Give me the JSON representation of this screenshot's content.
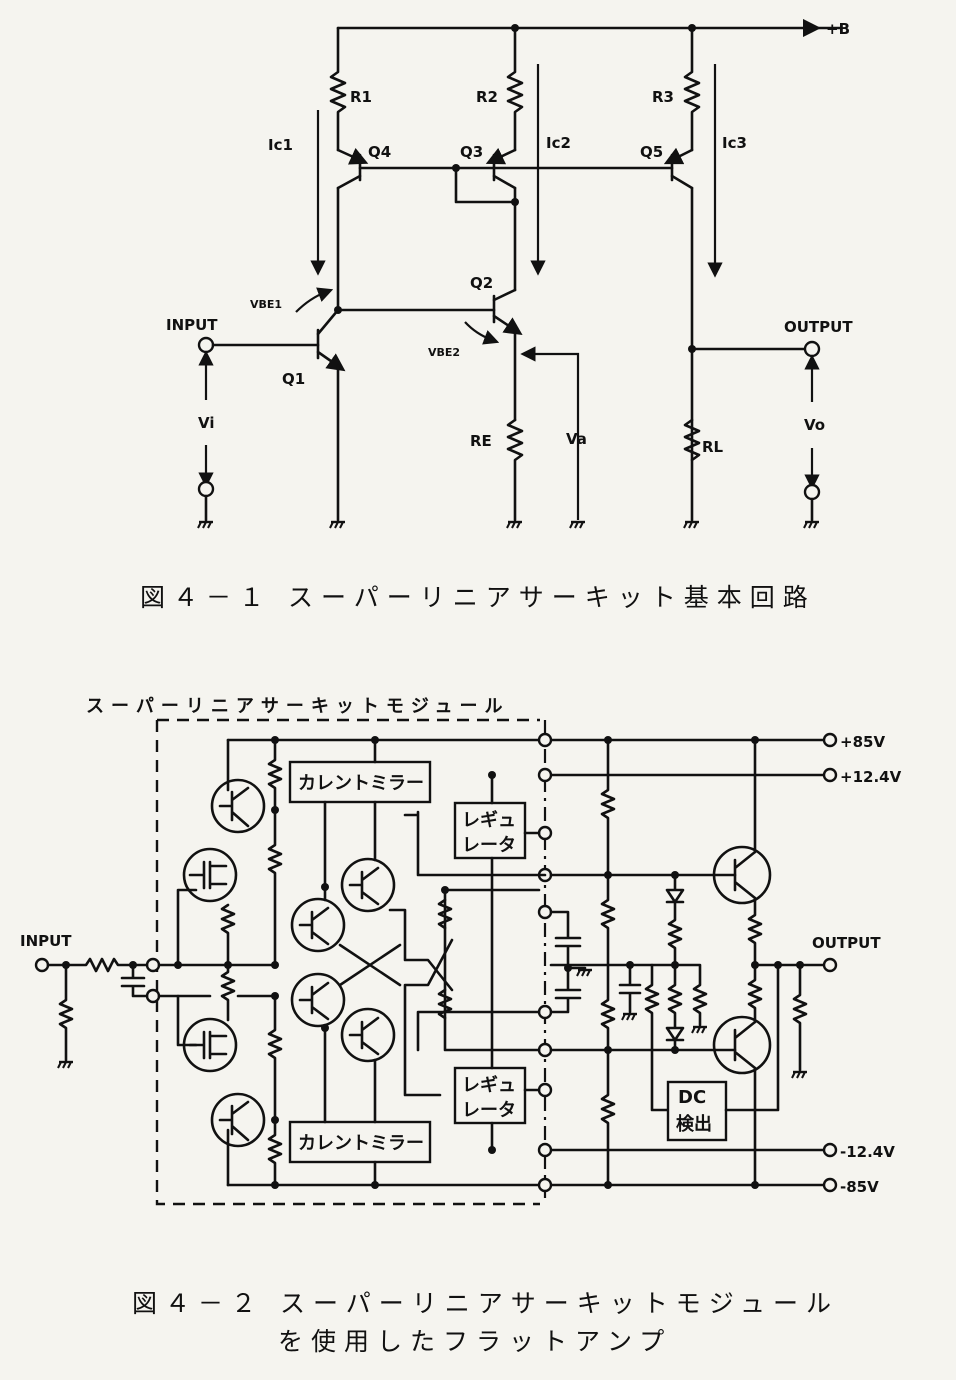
{
  "figure1": {
    "labels": {
      "supply": "+B",
      "r1": "R1",
      "r2": "R2",
      "r3": "R3",
      "ic1": "Ic1",
      "ic2": "Ic2",
      "ic3": "Ic3",
      "q4": "Q4",
      "q3": "Q3",
      "q5": "Q5",
      "q2": "Q2",
      "q1": "Q1",
      "vbe1": "VBE1",
      "vbe2": "VBE2",
      "input": "INPUT",
      "output": "OUTPUT",
      "vi": "Vi",
      "va": "Va",
      "vo": "Vo",
      "re": "RE",
      "rl": "RL"
    },
    "caption": "図４－１ スーパーリニアサーキット基本回路"
  },
  "figure2": {
    "module_label": "スーパーリニアサーキットモジュール",
    "current_mirror": "カレントミラー",
    "regulator_line1": "レギュ",
    "regulator_line2": "レータ",
    "dc_line1": "DC",
    "dc_line2": "検出",
    "input": "INPUT",
    "output": "OUTPUT",
    "rails": [
      "+85V",
      "+12.4V",
      "-12.4V",
      "-85V"
    ],
    "caption_line1": "図４－２ スーパーリニアサーキットモジュール",
    "caption_line2": "を使用したフラットアンプ"
  }
}
